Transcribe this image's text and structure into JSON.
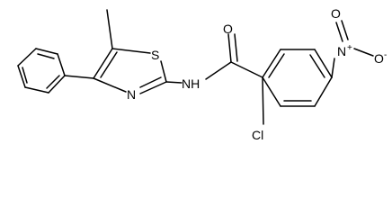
{
  "molecule": {
    "atoms": {
      "sulfur": "S",
      "thiazole_nitrogen": "N",
      "amide_nitrogen": "NH",
      "carbonyl_oxygen": "O",
      "nitro_nitrogen": "N",
      "nitro_charge": "+",
      "nitro_oxygen_top": "O",
      "nitro_oxygen_top_charge": "-",
      "nitro_oxygen_bottom": "O",
      "chlorine": "Cl"
    }
  }
}
